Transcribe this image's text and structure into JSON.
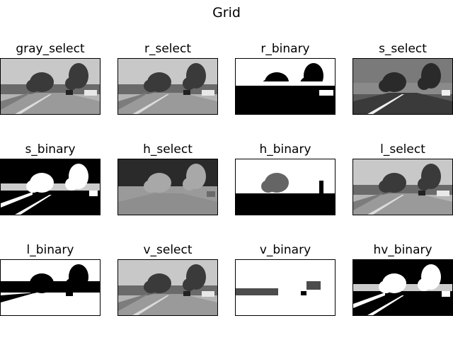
{
  "figure": {
    "title": "Grid"
  },
  "panels": [
    {
      "title": "gray_select",
      "kind": "road-gray"
    },
    {
      "title": "r_select",
      "kind": "road-gray"
    },
    {
      "title": "r_binary",
      "kind": "bin-trees"
    },
    {
      "title": "s_select",
      "kind": "sat-gray"
    },
    {
      "title": "s_binary",
      "kind": "bin-sat"
    },
    {
      "title": "h_select",
      "kind": "hue"
    },
    {
      "title": "h_binary",
      "kind": "bin-hue"
    },
    {
      "title": "l_select",
      "kind": "road-gray"
    },
    {
      "title": "l_binary",
      "kind": "bin-light"
    },
    {
      "title": "v_select",
      "kind": "road-gray"
    },
    {
      "title": "v_binary",
      "kind": "bin-value"
    },
    {
      "title": "hv_binary",
      "kind": "bin-sat"
    }
  ]
}
